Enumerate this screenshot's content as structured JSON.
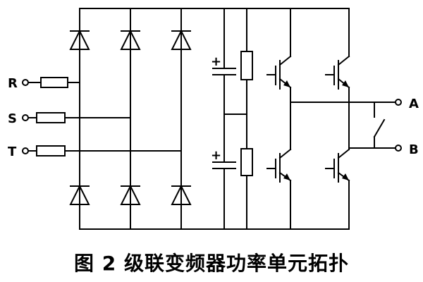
{
  "caption": "图 2 级联变频器功率单元拓扑",
  "terminals": {
    "inputs": [
      "R",
      "S",
      "T"
    ],
    "outputs": [
      "A",
      "B"
    ]
  },
  "symbols": {
    "capacitor_polarity": "+"
  },
  "components": {
    "rectifier_diodes": 6,
    "dc_capacitors": 2,
    "balancing_resistors": 2,
    "igbt_switches": 4,
    "input_fuses": 3,
    "bypass_switch": 1
  }
}
